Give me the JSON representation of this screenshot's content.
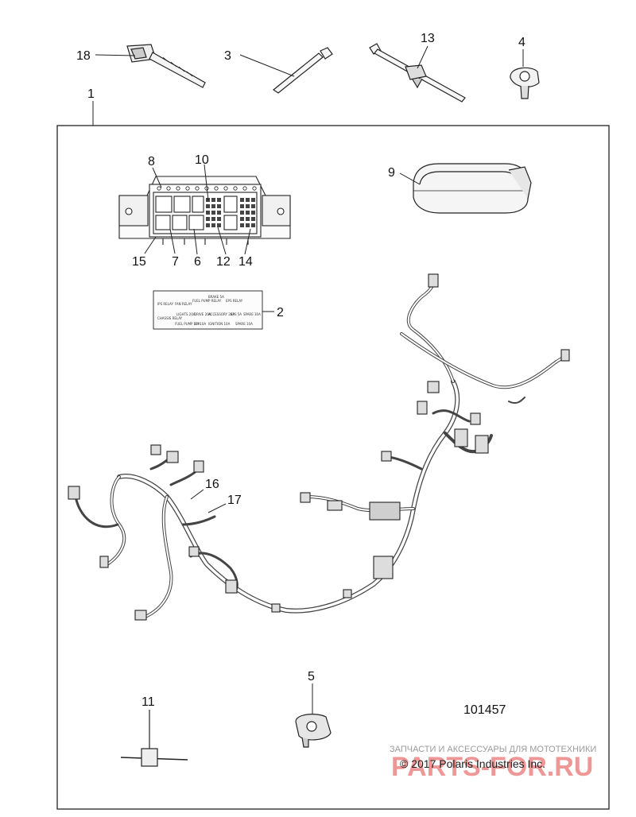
{
  "callouts": [
    "1",
    "2",
    "3",
    "4",
    "5",
    "6",
    "7",
    "8",
    "9",
    "10",
    "11",
    "12",
    "13",
    "14",
    "15",
    "16",
    "17",
    "18"
  ],
  "drawing_number": "101457",
  "label_text": [
    "IPS RELAY",
    "FAN RELAY",
    "FUEL PUMP RELAY",
    "BRAKE 5A",
    "EPS RELAY",
    "CHASSIS RELAY",
    "LIGHTS 20A",
    "DRIVE 20A",
    "ACCESSORY 20A",
    "EPS 5A",
    "SPARE 30A",
    "FUEL PUMP 10A",
    "EFI 10A",
    "IGNITION 10A",
    "SPARE 10A"
  ],
  "watermark": {
    "line1": "ЗАПЧАСТИ И АКСЕССУАРЫ ДЛЯ МОТОТЕХНИКИ",
    "copyright": "© 2017 Polaris Industries Inc.",
    "brand": "PARTS-FOR.RU"
  },
  "colors": {
    "line": "#222222",
    "wire": "#555555",
    "watermark_red": "#e03030",
    "watermark_gray": "#9a9a9a"
  }
}
